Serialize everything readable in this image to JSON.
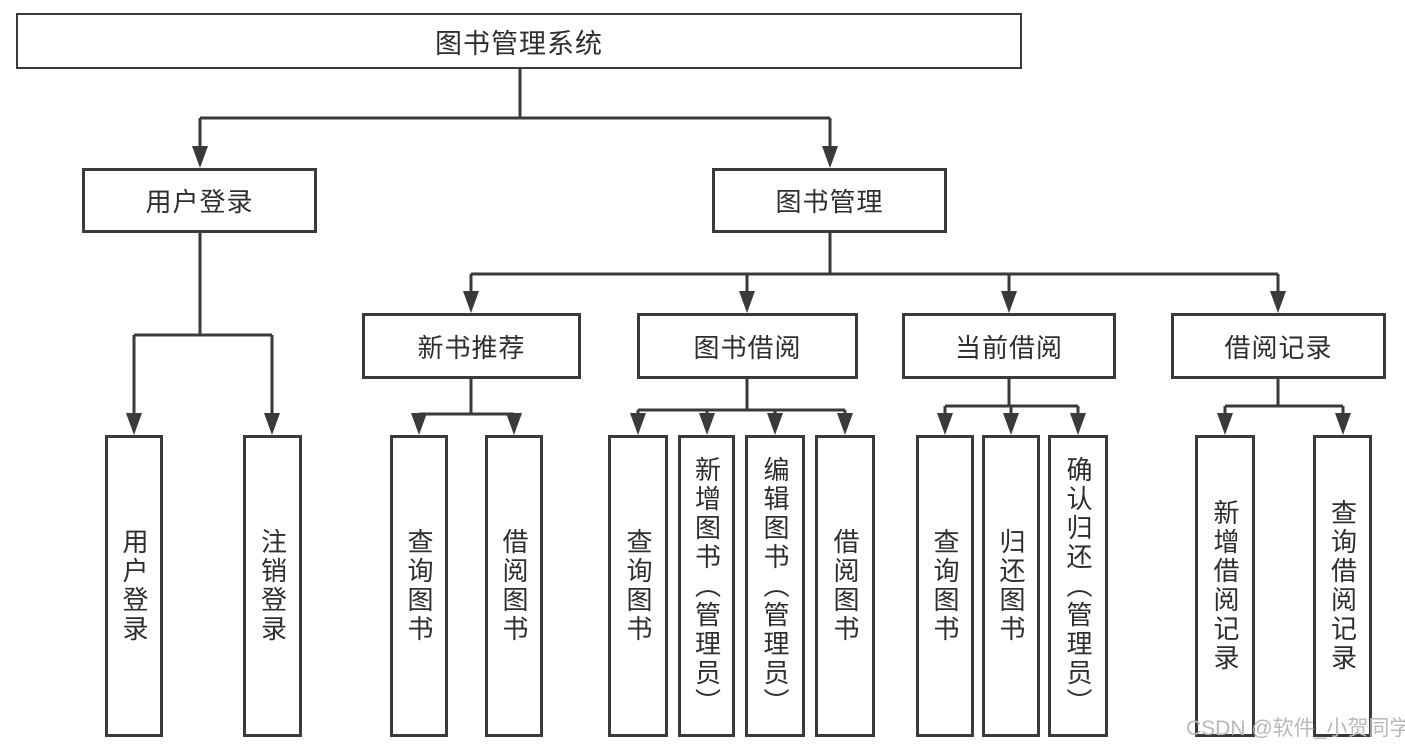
{
  "tree": {
    "root": "图书管理系统",
    "branches": [
      {
        "label": "用户登录",
        "children": [
          "用户登录",
          "注销登录"
        ]
      },
      {
        "label": "图书管理",
        "sections": [
          {
            "label": "新书推荐",
            "children": [
              "查询图书",
              "借阅图书"
            ]
          },
          {
            "label": "图书借阅",
            "children": [
              "查询图书",
              "新增图书（管理员）",
              "编辑图书（管理员）",
              "借阅图书"
            ]
          },
          {
            "label": "当前借阅",
            "children": [
              "查询图书",
              "归还图书",
              "确认归还（管理员）"
            ]
          },
          {
            "label": "借阅记录",
            "children": [
              "新增借阅记录",
              "查询借阅记录"
            ]
          }
        ]
      }
    ]
  },
  "watermark": {
    "text": "CSDN @软件_小贺同学"
  },
  "style": {
    "line_color": "#3a3a3a",
    "text_color": "#2e2e2e",
    "watermark_color": "#b9b9b9",
    "background": "#ffffff"
  }
}
